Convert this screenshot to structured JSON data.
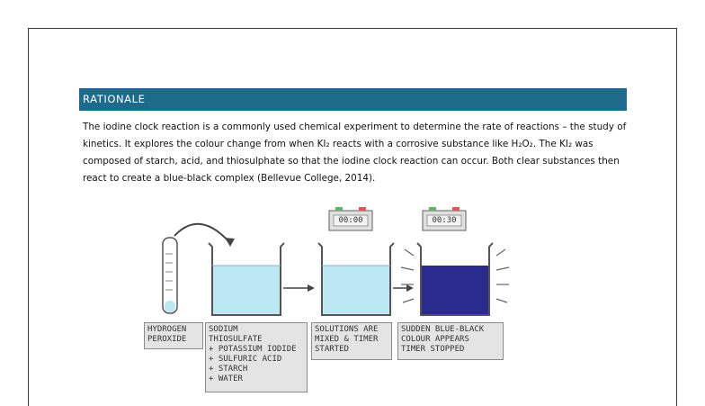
{
  "section": {
    "heading": "RATIONALE",
    "paragraph": "The iodine clock reaction is a commonly used chemical experiment to determine the rate of reactions – the study of kinetics. It explores the colour change from when KI₂ reacts with a corrosive substance like H₂O₂. The KI₂ was composed of starch, acid, and thiosulphate so that the iodine clock reaction can occur. Both clear substances then react to create a blue-black complex (Bellevue College, 2014)."
  },
  "diagram": {
    "timers": [
      {
        "display": "00:00"
      },
      {
        "display": "00:30"
      }
    ],
    "labels": {
      "hydrogen_peroxide": "HYDROGEN\nPEROXIDE",
      "sodium_thiosulfate": "SODIUM\nTHIOSULFATE\n+ POTASSIUM IODIDE\n+ SULFURIC ACID\n+ STARCH\n+ WATER",
      "mixed": "SOLUTIONS ARE\nMIXED & TIMER\nSTARTED",
      "blue_black": "SUDDEN BLUE-BLACK\nCOLOUR APPEARS\nTIMER STOPPED"
    },
    "colors": {
      "clear_solution": "#bde8f3",
      "blue_black": "#2a2b8c",
      "heading_bar": "#1d6a8c"
    }
  }
}
